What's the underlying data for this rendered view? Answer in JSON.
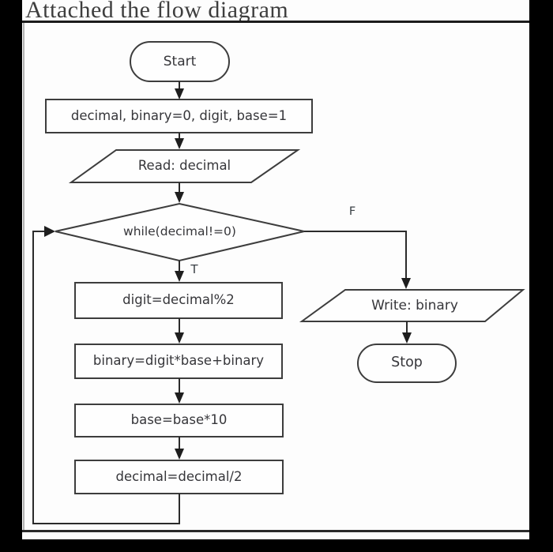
{
  "title": "Attached the flow diagram",
  "flowchart": {
    "nodes": {
      "start": {
        "type": "terminator",
        "label": "Start"
      },
      "init": {
        "type": "process",
        "label": "decimal, binary=0, digit, base=1"
      },
      "read": {
        "type": "input",
        "label": "Read: decimal"
      },
      "cond": {
        "type": "decision",
        "label": "while(decimal!=0)"
      },
      "digit": {
        "type": "process",
        "label": "digit=decimal%2"
      },
      "binary": {
        "type": "process",
        "label": "binary=digit*base+binary"
      },
      "base": {
        "type": "process",
        "label": "base=base*10"
      },
      "decimal": {
        "type": "process",
        "label": "decimal=decimal/2"
      },
      "write": {
        "type": "output",
        "label": "Write: binary"
      },
      "stop": {
        "type": "terminator",
        "label": "Stop"
      }
    },
    "branches": {
      "true_label": "T",
      "false_label": "F"
    }
  },
  "colors": {
    "shape_stroke": "#3d3d3d",
    "connector": "#2b2b2b",
    "text": "#36363a",
    "page_background": "#fdfdfd",
    "border_bars": "#000000"
  }
}
